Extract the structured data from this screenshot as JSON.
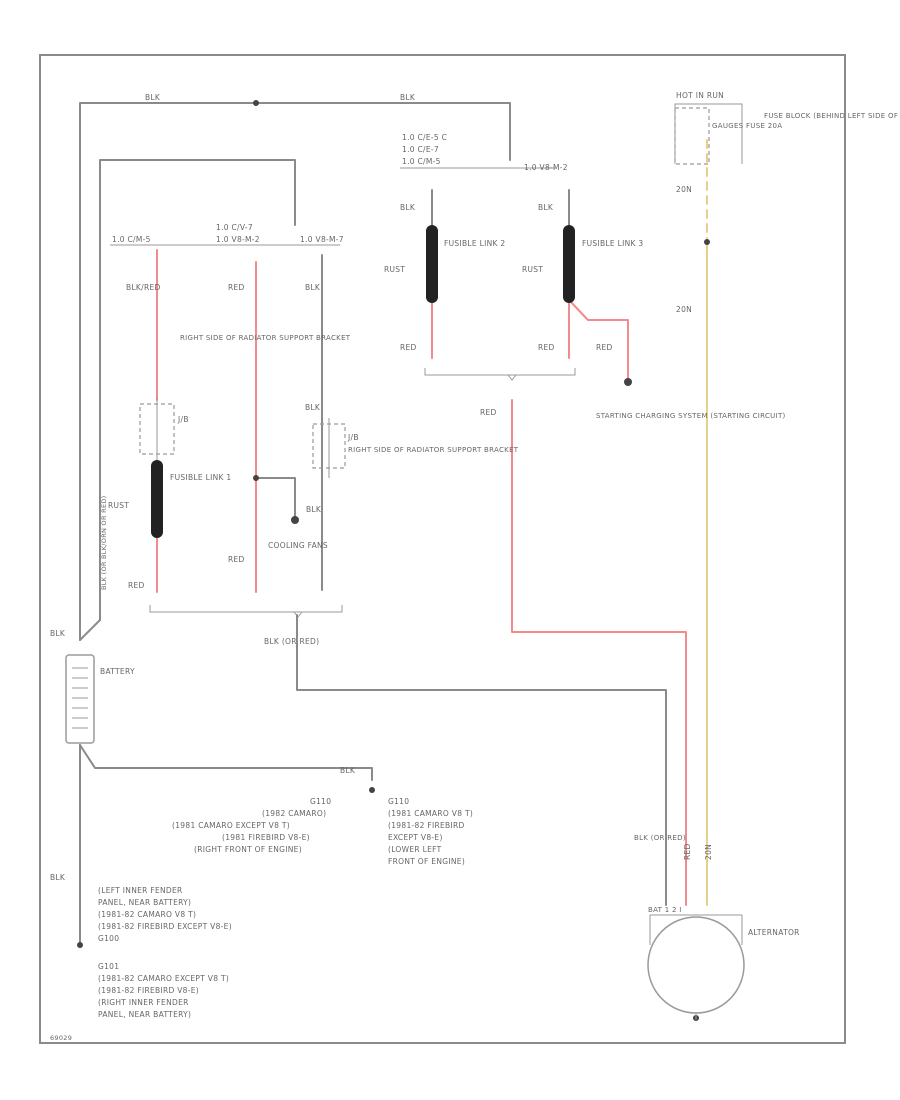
{
  "labels": {
    "blk": "BLK",
    "red": "RED",
    "ylw_wire": "20N",
    "hot_run": "HOT IN RUN",
    "hot_line1": "1.0 C/E-5 C",
    "hot_line2": "1.0 C/E-7",
    "hot_line3": "1.0 C/M-5",
    "hot_top_right": "1.0 V8-M-2",
    "fuse_row1": "1.0 C/M-5",
    "fuse_row2": "1.0 C/V-7",
    "fuse_row3": "1.0 V8-M-2",
    "right_row": "1.0 V8-M-7",
    "fusible_link_1": "FUSIBLE LINK 1",
    "fusible_link_2": "FUSIBLE LINK 2",
    "fusible_link_3": "FUSIBLE LINK 3",
    "rust": "RUST",
    "blk_red": "BLK/RED",
    "bright_side": "RIGHT SIDE OF RADIATOR SUPPORT BRACKET",
    "j_block": "J/B",
    "right_side_rad": "RIGHT SIDE OF RADIATOR SUPPORT BRACKET",
    "cooling_fans": "COOLING FANS",
    "starting_charging": "STARTING CHARGING SYSTEM (STARTING CIRCUIT)",
    "fuse_block": "FUSE BLOCK (BEHIND LEFT SIDE OF I/P)",
    "gauges_fuse": "GAUGES FUSE 20A",
    "blk_or_red": "BLK (OR RED)",
    "battery": "BATTERY",
    "g110_a": "G110",
    "g110_b": "(1982 CAMARO)",
    "g110_c": "(1981 CAMARO EXCEPT V8 T)",
    "g110_d": "(1981 FIREBIRD V8-E)",
    "g110_e": "(RIGHT FRONT OF ENGINE)",
    "g110_right_a": "G110",
    "g110_right_b": "(1981 CAMARO V8 T)",
    "g110_right_c": "(1981-82 FIREBIRD",
    "g110_right_d": "EXCEPT V8-E)",
    "g110_right_e": "(LOWER LEFT",
    "g110_right_f": "FRONT OF ENGINE)",
    "ground_left_a": "(LEFT INNER FENDER",
    "ground_left_b": "PANEL, NEAR BATTERY)",
    "ground_left_c": "(1981-82 CAMARO V8 T)",
    "ground_left_d": "(1981-82 FIREBIRD EXCEPT V8-E)",
    "ground_left_e": "G100",
    "ground_left_f": "G101",
    "ground_left_g": "(1981-82 CAMARO EXCEPT V8 T)",
    "ground_left_h": "(1981-82 FIREBIRD V8-E)",
    "ground_left_i": "(RIGHT INNER FENDER",
    "ground_left_j": "PANEL, NEAR BATTERY)",
    "alternator": "ALTERNATOR",
    "alt_terminals": "BAT  1  2  I",
    "vertical_blk": "BLK (OR BLK/ORN OR RED)",
    "code": "69029"
  },
  "colors": {
    "black_wire": "#8a8a8a",
    "red_wire": "#f28b8b",
    "yellow_wire": "#e8cf8a",
    "link": "#222222"
  }
}
